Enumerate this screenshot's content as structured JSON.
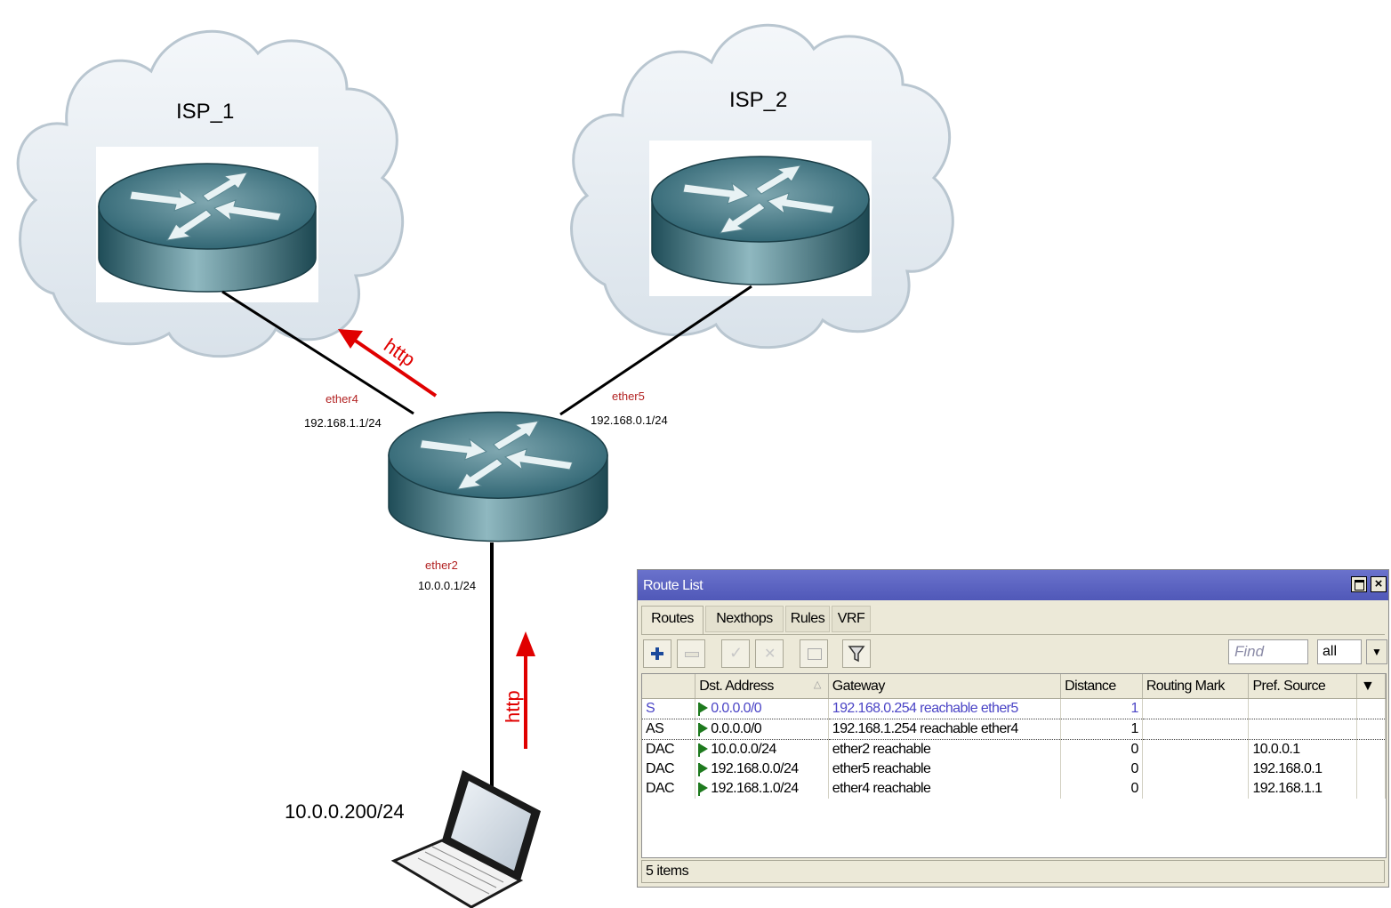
{
  "diagram": {
    "clouds": [
      {
        "label": "ISP_1"
      },
      {
        "label": "ISP_2"
      }
    ],
    "interfaces": {
      "ether4": {
        "name": "ether4",
        "ip": "192.168.1.1/24"
      },
      "ether5": {
        "name": "ether5",
        "ip": "192.168.0.1/24"
      },
      "ether2": {
        "name": "ether2",
        "ip": "10.0.0.1/24"
      }
    },
    "traffic_labels": [
      "http",
      "http"
    ],
    "laptop_ip": "10.0.0.200/24",
    "colors": {
      "interface_label": "#b22222",
      "arrow": "#e00000",
      "router_body": "#2f6a78"
    }
  },
  "route_list": {
    "title": "Route List",
    "tabs": [
      "Routes",
      "Nexthops",
      "Rules",
      "VRF"
    ],
    "active_tab": "Routes",
    "toolbar_icons": [
      "add-icon",
      "remove-icon",
      "enable-icon",
      "disable-icon",
      "comment-icon",
      "filter-icon"
    ],
    "find_placeholder": "Find",
    "filter_value": "all",
    "columns": [
      "",
      "Dst. Address",
      "Gateway",
      "Distance",
      "Routing Mark",
      "Pref. Source"
    ],
    "rows": [
      {
        "flags": "S",
        "dst": "0.0.0.0/0",
        "gateway": "192.168.0.254 reachable ether5",
        "distance": "1",
        "routing_mark": "",
        "pref_source": ""
      },
      {
        "flags": "AS",
        "dst": "0.0.0.0/0",
        "gateway": "192.168.1.254 reachable ether4",
        "distance": "1",
        "routing_mark": "",
        "pref_source": ""
      },
      {
        "flags": "DAC",
        "dst": "10.0.0.0/24",
        "gateway": "ether2 reachable",
        "distance": "0",
        "routing_mark": "",
        "pref_source": "10.0.0.1"
      },
      {
        "flags": "DAC",
        "dst": "192.168.0.0/24",
        "gateway": "ether5 reachable",
        "distance": "0",
        "routing_mark": "",
        "pref_source": "192.168.0.1"
      },
      {
        "flags": "DAC",
        "dst": "192.168.1.0/24",
        "gateway": "ether4 reachable",
        "distance": "0",
        "routing_mark": "",
        "pref_source": "192.168.1.1"
      }
    ],
    "status": "5 items"
  }
}
